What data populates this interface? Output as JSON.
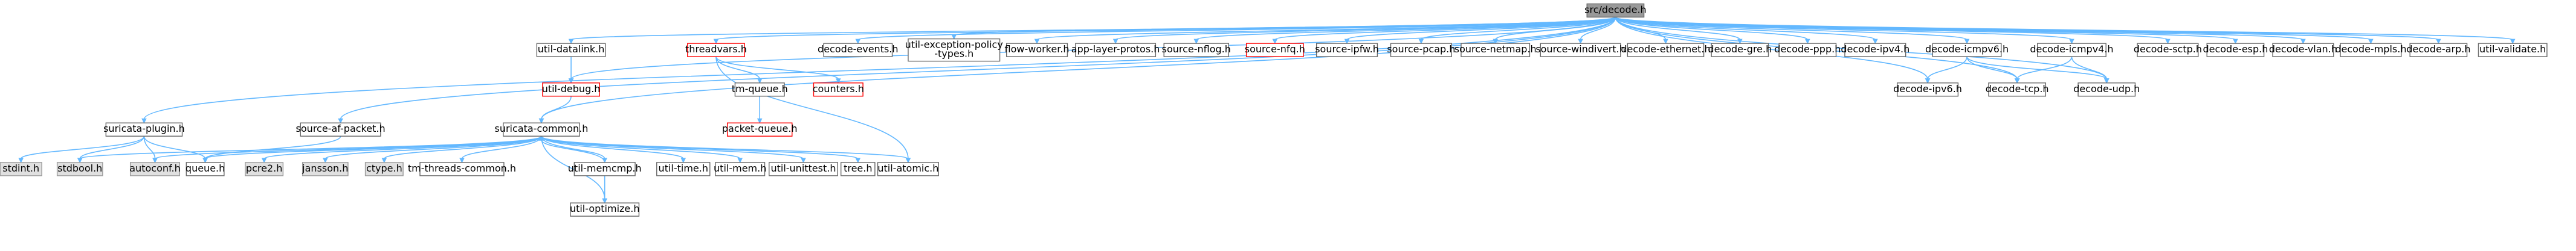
{
  "colors": {
    "root_fill": "#999999",
    "root_stroke": "#666666",
    "file_fill": "#ffffff",
    "file_stroke": "#666666",
    "missing_fill": "#ffffff",
    "missing_stroke": "#ff0000",
    "system_fill": "#e0e0e0",
    "system_stroke": "#999999",
    "edge": "#63b8ff"
  },
  "nodes": [
    {
      "id": "root",
      "lines": [
        "src/decode.h"
      ],
      "kind": "root"
    },
    {
      "id": "util_datalink",
      "lines": [
        "util-datalink.h"
      ],
      "kind": "file"
    },
    {
      "id": "threadvars",
      "lines": [
        "threadvars.h"
      ],
      "kind": "missing"
    },
    {
      "id": "decode_events",
      "lines": [
        "decode-events.h"
      ],
      "kind": "file"
    },
    {
      "id": "util_exc",
      "lines": [
        "util-exception-policy",
        "-types.h"
      ],
      "kind": "file"
    },
    {
      "id": "flow_worker",
      "lines": [
        "flow-worker.h"
      ],
      "kind": "file"
    },
    {
      "id": "app_layer",
      "lines": [
        "app-layer-protos.h"
      ],
      "kind": "file"
    },
    {
      "id": "source_nflog",
      "lines": [
        "source-nflog.h"
      ],
      "kind": "file"
    },
    {
      "id": "source_nfq",
      "lines": [
        "source-nfq.h"
      ],
      "kind": "missing"
    },
    {
      "id": "source_ipfw",
      "lines": [
        "source-ipfw.h"
      ],
      "kind": "file"
    },
    {
      "id": "source_pcap",
      "lines": [
        "source-pcap.h"
      ],
      "kind": "file"
    },
    {
      "id": "source_netmap",
      "lines": [
        "source-netmap.h"
      ],
      "kind": "file"
    },
    {
      "id": "source_windivert",
      "lines": [
        "source-windivert.h"
      ],
      "kind": "file"
    },
    {
      "id": "decode_ethernet",
      "lines": [
        "decode-ethernet.h"
      ],
      "kind": "file"
    },
    {
      "id": "decode_gre",
      "lines": [
        "decode-gre.h"
      ],
      "kind": "file"
    },
    {
      "id": "decode_ppp",
      "lines": [
        "decode-ppp.h"
      ],
      "kind": "file"
    },
    {
      "id": "decode_ipv4",
      "lines": [
        "decode-ipv4.h"
      ],
      "kind": "file"
    },
    {
      "id": "decode_icmpv6",
      "lines": [
        "decode-icmpv6.h"
      ],
      "kind": "file"
    },
    {
      "id": "decode_icmpv4",
      "lines": [
        "decode-icmpv4.h"
      ],
      "kind": "file"
    },
    {
      "id": "decode_sctp",
      "lines": [
        "decode-sctp.h"
      ],
      "kind": "file"
    },
    {
      "id": "decode_esp",
      "lines": [
        "decode-esp.h"
      ],
      "kind": "file"
    },
    {
      "id": "decode_vlan",
      "lines": [
        "decode-vlan.h"
      ],
      "kind": "file"
    },
    {
      "id": "decode_mpls",
      "lines": [
        "decode-mpls.h"
      ],
      "kind": "file"
    },
    {
      "id": "decode_arp",
      "lines": [
        "decode-arp.h"
      ],
      "kind": "file"
    },
    {
      "id": "util_validate",
      "lines": [
        "util-validate.h"
      ],
      "kind": "file"
    },
    {
      "id": "util_debug",
      "lines": [
        "util-debug.h"
      ],
      "kind": "missing"
    },
    {
      "id": "tm_queue",
      "lines": [
        "tm-queue.h"
      ],
      "kind": "file"
    },
    {
      "id": "counters",
      "lines": [
        "counters.h"
      ],
      "kind": "missing"
    },
    {
      "id": "decode_ipv6",
      "lines": [
        "decode-ipv6.h"
      ],
      "kind": "file"
    },
    {
      "id": "decode_tcp",
      "lines": [
        "decode-tcp.h"
      ],
      "kind": "file"
    },
    {
      "id": "decode_udp",
      "lines": [
        "decode-udp.h"
      ],
      "kind": "file"
    },
    {
      "id": "packet_queue",
      "lines": [
        "packet-queue.h"
      ],
      "kind": "missing"
    },
    {
      "id": "suricata_plugin",
      "lines": [
        "suricata-plugin.h"
      ],
      "kind": "file"
    },
    {
      "id": "source_af_packet",
      "lines": [
        "source-af-packet.h"
      ],
      "kind": "file"
    },
    {
      "id": "suricata_common",
      "lines": [
        "suricata-common.h"
      ],
      "kind": "file"
    },
    {
      "id": "stdint",
      "lines": [
        "stdint.h"
      ],
      "kind": "system"
    },
    {
      "id": "stdbool",
      "lines": [
        "stdbool.h"
      ],
      "kind": "system"
    },
    {
      "id": "autoconf",
      "lines": [
        "autoconf.h"
      ],
      "kind": "system"
    },
    {
      "id": "queue",
      "lines": [
        "queue.h"
      ],
      "kind": "file"
    },
    {
      "id": "pcre2",
      "lines": [
        "pcre2.h"
      ],
      "kind": "system"
    },
    {
      "id": "jansson",
      "lines": [
        "jansson.h"
      ],
      "kind": "system"
    },
    {
      "id": "ctype",
      "lines": [
        "ctype.h"
      ],
      "kind": "system"
    },
    {
      "id": "tm_threads_common",
      "lines": [
        "tm-threads-common.h"
      ],
      "kind": "file"
    },
    {
      "id": "util_memcmp",
      "lines": [
        "util-memcmp.h"
      ],
      "kind": "file"
    },
    {
      "id": "util_time",
      "lines": [
        "util-time.h"
      ],
      "kind": "file"
    },
    {
      "id": "util_mem",
      "lines": [
        "util-mem.h"
      ],
      "kind": "file"
    },
    {
      "id": "util_unittest",
      "lines": [
        "util-unittest.h"
      ],
      "kind": "file"
    },
    {
      "id": "tree",
      "lines": [
        "tree.h"
      ],
      "kind": "file"
    },
    {
      "id": "util_atomic",
      "lines": [
        "util-atomic.h"
      ],
      "kind": "file"
    },
    {
      "id": "util_optimize",
      "lines": [
        "util-optimize.h"
      ],
      "kind": "file"
    }
  ],
  "edges": [
    [
      "root",
      "util_datalink"
    ],
    [
      "root",
      "threadvars"
    ],
    [
      "root",
      "decode_events"
    ],
    [
      "root",
      "util_exc"
    ],
    [
      "root",
      "flow_worker"
    ],
    [
      "root",
      "app_layer"
    ],
    [
      "root",
      "source_nflog"
    ],
    [
      "root",
      "source_nfq"
    ],
    [
      "root",
      "source_ipfw"
    ],
    [
      "root",
      "source_pcap"
    ],
    [
      "root",
      "source_netmap"
    ],
    [
      "root",
      "source_windivert"
    ],
    [
      "root",
      "decode_ethernet"
    ],
    [
      "root",
      "decode_gre"
    ],
    [
      "root",
      "decode_ppp"
    ],
    [
      "root",
      "decode_ipv4"
    ],
    [
      "root",
      "decode_icmpv6"
    ],
    [
      "root",
      "decode_icmpv4"
    ],
    [
      "root",
      "decode_sctp"
    ],
    [
      "root",
      "decode_esp"
    ],
    [
      "root",
      "decode_vlan"
    ],
    [
      "root",
      "decode_mpls"
    ],
    [
      "root",
      "decode_arp"
    ],
    [
      "root",
      "util_validate"
    ],
    [
      "root",
      "decode_ipv6"
    ],
    [
      "root",
      "decode_tcp"
    ],
    [
      "root",
      "decode_udp"
    ],
    [
      "root",
      "suricata_plugin"
    ],
    [
      "root",
      "source_af_packet"
    ],
    [
      "root",
      "suricata_common"
    ],
    [
      "root",
      "util_debug"
    ],
    [
      "util_datalink",
      "util_debug"
    ],
    [
      "threadvars",
      "tm_queue"
    ],
    [
      "threadvars",
      "counters"
    ],
    [
      "threadvars",
      "util_atomic"
    ],
    [
      "tm_queue",
      "packet_queue"
    ],
    [
      "util_debug",
      "suricata_common"
    ],
    [
      "decode_icmpv6",
      "decode_ipv6"
    ],
    [
      "decode_icmpv6",
      "decode_tcp"
    ],
    [
      "decode_icmpv6",
      "decode_udp"
    ],
    [
      "decode_icmpv4",
      "decode_tcp"
    ],
    [
      "decode_icmpv4",
      "decode_udp"
    ],
    [
      "suricata_plugin",
      "stdint"
    ],
    [
      "suricata_plugin",
      "stdbool"
    ],
    [
      "suricata_plugin",
      "autoconf"
    ],
    [
      "suricata_plugin",
      "queue"
    ],
    [
      "source_af_packet",
      "queue"
    ],
    [
      "suricata_common",
      "autoconf"
    ],
    [
      "suricata_common",
      "queue"
    ],
    [
      "suricata_common",
      "pcre2"
    ],
    [
      "suricata_common",
      "jansson"
    ],
    [
      "suricata_common",
      "ctype"
    ],
    [
      "suricata_common",
      "tm_threads_common"
    ],
    [
      "suricata_common",
      "util_memcmp"
    ],
    [
      "suricata_common",
      "util_time"
    ],
    [
      "suricata_common",
      "util_mem"
    ],
    [
      "suricata_common",
      "util_unittest"
    ],
    [
      "suricata_common",
      "tree"
    ],
    [
      "suricata_common",
      "util_atomic"
    ],
    [
      "suricata_common",
      "util_optimize"
    ],
    [
      "suricata_common",
      "stdbool"
    ],
    [
      "util_memcmp",
      "suricata_common"
    ],
    [
      "util_memcmp",
      "util_optimize"
    ]
  ]
}
